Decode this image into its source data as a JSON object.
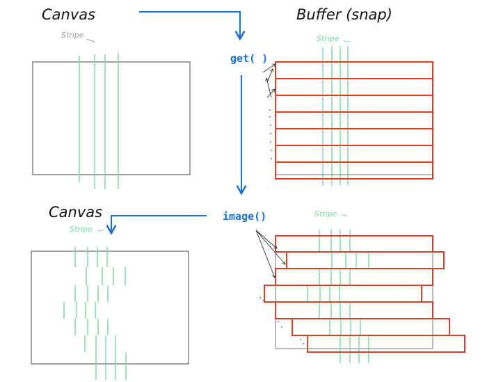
{
  "labels": {
    "canvas_top": "Canvas",
    "canvas_bottom": "Canvas",
    "buffer_title": "Buffer (snap)",
    "stripe_canvas_top": "Stripe",
    "stripe_buffer_top": "Stripe",
    "stripe_canvas_bottom": "Stripe",
    "stripe_buffer_bottom": "Stripe",
    "get_call": "get( )",
    "image_call": "image()"
  },
  "colors": {
    "stroke_dark": "#444444",
    "stripe_green": "#7ad9a6",
    "stripe_text": "#9a9a9a",
    "buffer_red": "#d8402c",
    "flow_blue": "#1c6fd1",
    "ink": "#111111"
  }
}
